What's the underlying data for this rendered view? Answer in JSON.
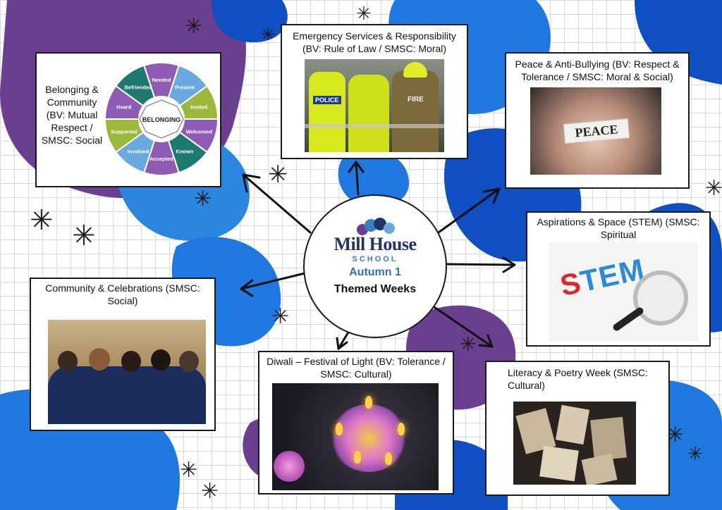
{
  "center": {
    "logo_main": "Mill House",
    "logo_sub": "SCHOOL",
    "term": "Autumn 1",
    "subtitle": "Themed Weeks"
  },
  "cards": {
    "belonging": {
      "title": "Belonging & Community (BV: Mutual Respect / SMSC: Social",
      "wheel_center": "BELONGING",
      "wheel_segments": [
        "Needed",
        "Present",
        "Invited",
        "Welcomed",
        "Known",
        "Accepted",
        "Involved",
        "Supported",
        "Heard",
        "Befriended"
      ]
    },
    "emergency": {
      "title": "Emergency Services & Responsibility (BV: Rule of Law / SMSC: Moral)",
      "badge_police": "POLICE",
      "badge_fire": "FIRE"
    },
    "peace": {
      "title": "Peace & Anti-Bullying (BV: Respect & Tolerance / SMSC: Moral & Social)",
      "paper_word": "PEACE"
    },
    "stem": {
      "title": "Aspirations & Space (STEM) (SMSC: Spiritual",
      "word": "STEM"
    },
    "community": {
      "title": "Community & Celebrations (SMSC: Social)"
    },
    "diwali": {
      "title": "Diwali – Festival of Light (BV: Tolerance / SMSC: Cultural)"
    },
    "literacy": {
      "title": "Literacy & Poetry Week (SMSC: Cultural)"
    }
  },
  "colors": {
    "purple": "#6b3f8f",
    "blue_dark": "#0f4fc2",
    "blue_mid": "#1f78e0",
    "blue_light": "#3f9ae8",
    "navy": "#22336b",
    "term_blue": "#2f72b5",
    "wheel": [
      "#8e5cb5",
      "#6aa9e0",
      "#9bb83a",
      "#8e5cb5",
      "#1e7a6e",
      "#8e5cb5",
      "#6aa9e0",
      "#9bb83a",
      "#8e5cb5",
      "#1e7a6e"
    ]
  }
}
